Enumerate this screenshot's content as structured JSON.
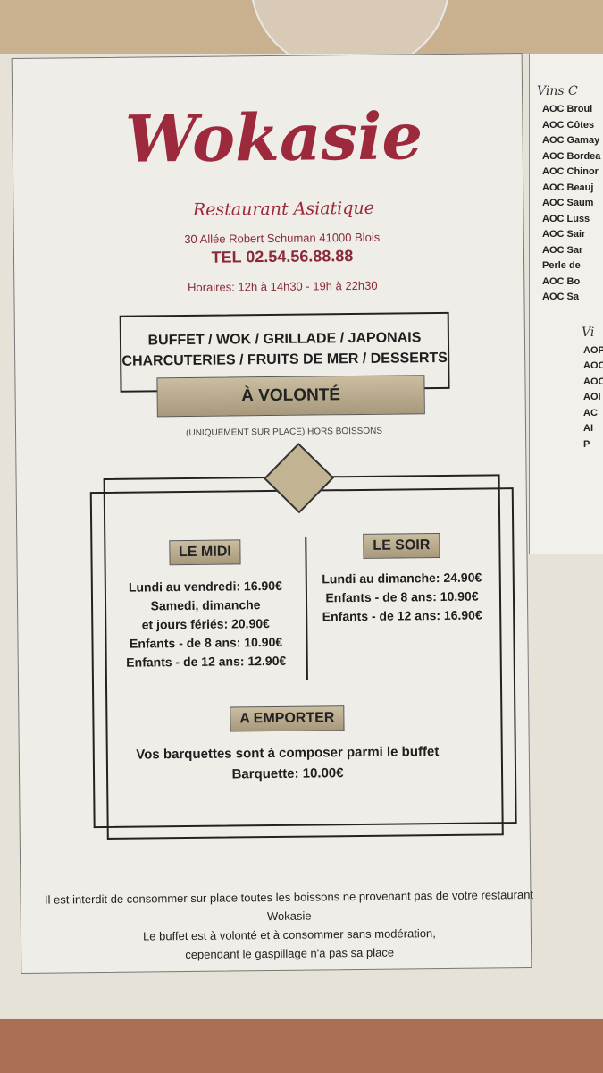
{
  "menu": {
    "logo": "Wokasie",
    "subtitle": "Restaurant Asiatique",
    "address": "30 Allée Robert Schuman 41000 Blois",
    "phone": "TEL 02.54.56.88.88",
    "hours": "Horaires: 12h à 14h30 - 19h à 22h30",
    "offer_line1": "BUFFET / WOK / GRILLADE / JAPONAIS",
    "offer_line2": "CHARCUTERIES / FRUITS DE MER / DESSERTS",
    "offer_banner": "À VOLONTÉ",
    "offer_note": "(UNIQUEMENT SUR PLACE) HORS BOISSONS",
    "midi": {
      "title": "LE MIDI",
      "lines": [
        "Lundi au vendredi: 16.90€",
        "Samedi, dimanche",
        "et jours fériés: 20.90€",
        "Enfants - de 8 ans: 10.90€",
        "Enfants - de 12 ans: 12.90€"
      ]
    },
    "soir": {
      "title": "LE SOIR",
      "lines": [
        "Lundi au dimanche: 24.90€",
        "Enfants - de 8 ans: 10.90€",
        "Enfants - de 12 ans: 16.90€"
      ]
    },
    "emporter": {
      "title": "A EMPORTER",
      "line1": "Vos barquettes sont à composer parmi le buffet",
      "line2": "Barquette: 10.00€"
    },
    "footer": [
      "Il est interdit de consommer sur place toutes les boissons ne provenant pas de votre restaurant Wokasie",
      "Le buffet est à volonté et à consommer sans modération,",
      "cependant le gaspillage n'a pas sa place"
    ]
  },
  "wine_sheet": {
    "heading1": "Vins C",
    "items1": [
      "AOC Broui",
      "AOC Côtes",
      "AOC Gamay",
      "AOC Bordea",
      "AOC Chinor",
      "AOC Beauj",
      "AOC Saum",
      "AOC Luss",
      "AOC Sair",
      "AOC Sar",
      "Perle de",
      "AOC Bo",
      "AOC Sa"
    ],
    "heading2": "Vi",
    "items2": [
      "AOP",
      "AOC",
      "AOC",
      "AOI",
      "AC",
      "AI",
      "P"
    ]
  }
}
